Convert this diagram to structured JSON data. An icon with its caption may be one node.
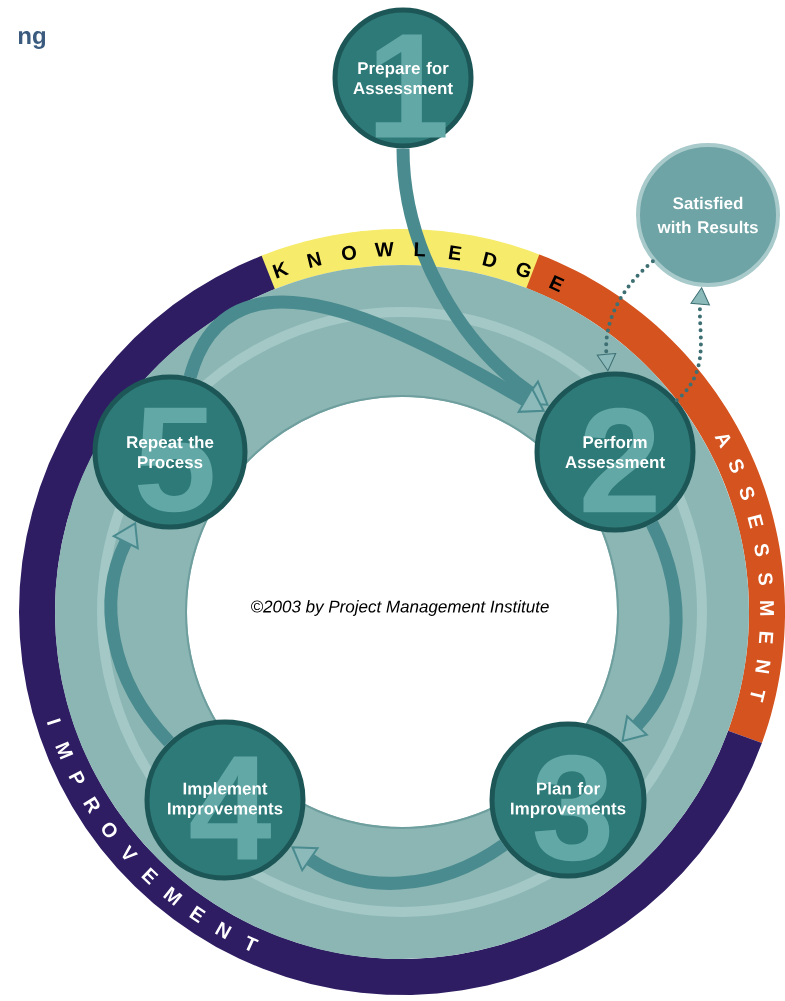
{
  "diagram": {
    "nodes": [
      {
        "text": [
          "Prepare for Assessment",
          "1"
        ]
      },
      {
        "text": [
          "Perform Assessment",
          "2"
        ]
      },
      {
        "text": [
          "Plan for Improvements",
          "3"
        ]
      },
      {
        "text": [
          "Implement Improvements",
          "4"
        ]
      },
      {
        "text": [
          "Repeat the Process",
          "5"
        ]
      },
      {
        "text": [
          "Satisfied with Results"
        ]
      }
    ],
    "edges": [
      {
        "from": 0,
        "to": 1,
        "arrow": "to"
      },
      {
        "from": 1,
        "to": 2,
        "arrow": "to"
      },
      {
        "from": 2,
        "to": 3,
        "arrow": "to"
      },
      {
        "from": 3,
        "to": 4,
        "arrow": "to"
      },
      {
        "from": 4,
        "to": 1,
        "arrow": "to"
      },
      {
        "from": 1,
        "to": 5,
        "arrow": "to",
        "style": "dashed",
        "color": "#3d6f73"
      },
      {
        "from": 5,
        "to": 1,
        "arrow": "to",
        "style": "dashed",
        "color": "#3d6f73"
      }
    ],
    "labels": [
      "ng",
      "KNOWLEDGE",
      "ASSESSMENT",
      "IMPROVEMENT",
      "©2003 by Project Management Institute"
    ]
  }
}
